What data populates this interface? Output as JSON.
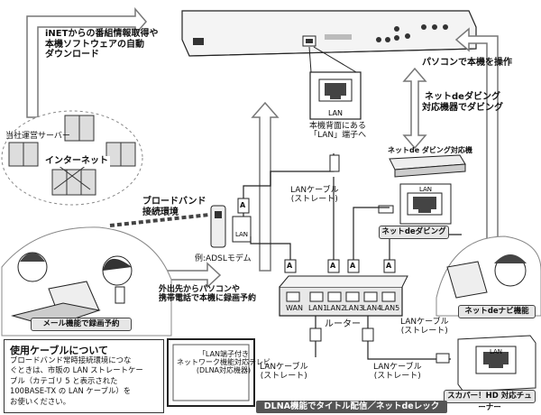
{
  "callouts": {
    "download": [
      "iNETからの番組情報取得や",
      "本機ソフトウェアの自動",
      "ダウンロード"
    ],
    "pc_control": "パソコンで本機を操作",
    "net_dubbing_devices": [
      "ネットdeダビング",
      "対応機器でダビング"
    ],
    "broadband": [
      "ブロードバンド",
      "接続環境"
    ],
    "remote_reserve": [
      "外出先からパソコンや",
      "携帯電話で本機に録画予約"
    ]
  },
  "labels": {
    "server": "当社運営サーバー",
    "internet": "インターネット",
    "modem": "例:ADSLモデム",
    "lan_port_back": [
      "本機背面にある",
      "「LAN」端子へ"
    ],
    "lan_cable_straight": [
      "LANケーブル",
      "(ストレート)"
    ],
    "router": "ルーター",
    "dubbing_device": "ネットde ダビング対応機",
    "tv": [
      "「LAN端子付き",
      "ネットワーク機能対応テレビ",
      "(DLNA対応機器)"
    ],
    "lan": "LAN"
  },
  "router_ports": [
    "WAN",
    "LAN1",
    "LAN2",
    "LAN3",
    "LAN4",
    "LAN5"
  ],
  "badges": {
    "mail": "メール機能で録画予約",
    "net_dubbing": "ネットdeダビング",
    "navi": "ネットdeナビ機能",
    "tuner": "スカパー！HD 対応チューナー",
    "dlna": "DLNA機能でタイトル配信／ネットdeレック"
  },
  "note": {
    "title": "使用ケーブルについて",
    "body": "ブロードバンド常時接続環境につな\nぐときは、市販の LAN ストレートケー\nブル（カテゴリ 5 と表示された\n100BASE-TX の LAN ケーブル）を\nお使いください。"
  },
  "connector_mark": "A"
}
